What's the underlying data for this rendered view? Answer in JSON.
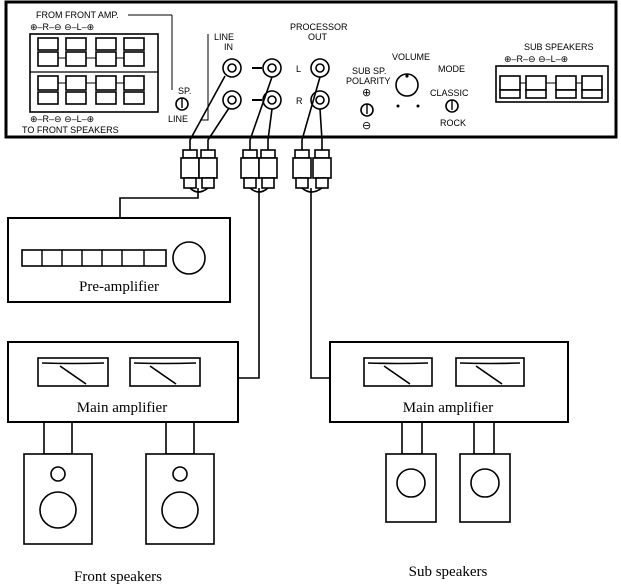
{
  "panel": {
    "from_front_amp": "FROM FRONT AMP.",
    "to_front_speakers": "TO FRONT SPEAKERS",
    "sp_label": "SP.",
    "line_label": "LINE",
    "line_in": [
      "LINE",
      "IN"
    ],
    "processor_out": [
      "PROCESSOR",
      "OUT"
    ],
    "channel_l": "L",
    "channel_r": "R",
    "sub_sp_polarity": [
      "SUB SP.",
      "POLARITY"
    ],
    "volume": "VOLUME",
    "mode": "MODE",
    "classic": "CLASSIC",
    "rock": "ROCK",
    "sub_speakers": "SUB SPEAKERS",
    "polarity_plus": "⊕",
    "polarity_minus": "⊖",
    "terminal_legend_top": "⊕–R–⊖  ⊖–L–⊕",
    "terminal_legend_bottom": "⊕–R–⊖  ⊖–L–⊕",
    "sub_terminal_legend": "⊕–R–⊖  ⊖–L–⊕"
  },
  "devices": {
    "pre_amplifier": "Pre-amplifier",
    "main_amplifier_front": "Main amplifier",
    "main_amplifier_sub": "Main amplifier",
    "front_speakers": "Front speakers",
    "sub_speakers": "Sub speakers"
  }
}
